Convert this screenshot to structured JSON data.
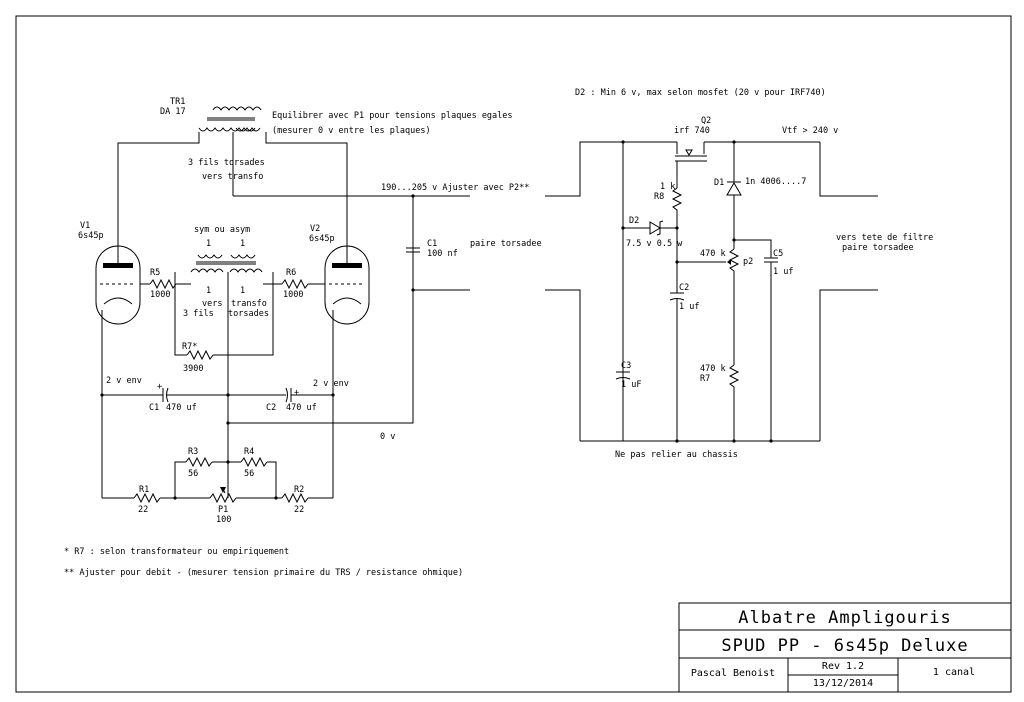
{
  "left": {
    "tr1_ref": "TR1",
    "tr1_model": "DA 17",
    "balance_note_1": "Equilibrer avec P1 pour tensions plaques egales",
    "balance_note_2": "(mesurer 0 v entre les plaques)",
    "twisted_1": "3 fils  torsades",
    "twisted_2": "vers transfo",
    "v1_ref": "V1",
    "v1_type": "6s45p",
    "v2_ref": "V2",
    "v2_type": "6s45p",
    "sym_label": "sym ou asym",
    "ratio": "1",
    "r5": "R5",
    "r5_val": "1000",
    "r6": "R6",
    "r6_val": "1000",
    "vers_a": "vers",
    "transfo": "transfo",
    "three_wires": "3 fils",
    "torsades": "torsades",
    "r7": "R7*",
    "r7_val": "3900",
    "bias_left": "2 v env",
    "bias_right": "2 v env",
    "c1": "C1",
    "c1_val": "470 uf",
    "c2": "C2",
    "c2_val": "470 uf",
    "zero_v": "0 v",
    "r3": "R3",
    "r3_val": "56",
    "r4": "R4",
    "r4_val": "56",
    "r1": "R1",
    "r1_val": "22",
    "p1": "P1",
    "p1_val": "100",
    "r2": "R2",
    "r2_val": "22",
    "hv_note": "190...205 v Ajuster avec P2**",
    "c1b": "C1",
    "c1b_val": "100 nf",
    "paire": "paire torsadee"
  },
  "right": {
    "d2_note": "D2 : Min 6 v, max selon mosfet (20 v pour IRF740)",
    "q2": "Q2",
    "q2_type": "irf 740",
    "vtf": "Vtf > 240 v",
    "r8_val": "1 k",
    "r8": "R8",
    "d1": "D1",
    "d1_type": "1n 4006....7",
    "d2": "D2",
    "d2_val": "7.5 v 0.5 w",
    "p2_val": "470 k",
    "p2": "p2",
    "c5": "C5",
    "c5_val": "1 uf",
    "c2": "C2",
    "c2_val": "1 uf",
    "c3": "C3",
    "c3_val": "1 uF",
    "r7_val": "470 k",
    "r7": "R7",
    "filter_1": "vers tete de filtre",
    "filter_2": "paire torsadee",
    "no_chassis": "Ne pas relier au chassis"
  },
  "notes": {
    "note1": "* R7 : selon transformateur ou empiriquement",
    "note2": "** Ajuster pour debit  - (mesurer tension primaire du TRS / resistance ohmique)"
  },
  "title_block": {
    "project": "Albatre Ampligouris",
    "subtitle": "SPUD PP - 6s45p Deluxe",
    "author": "Pascal Benoist",
    "revision": "Rev 1.2",
    "date": "13/12/2014",
    "channels": "1 canal"
  }
}
